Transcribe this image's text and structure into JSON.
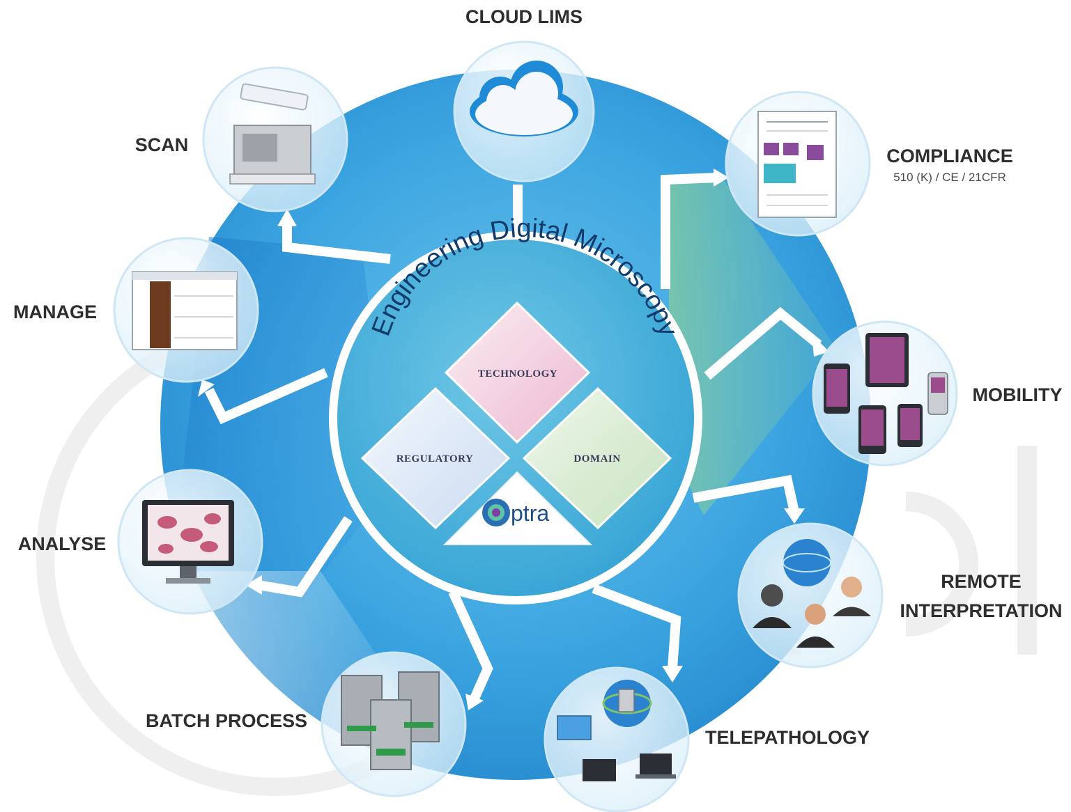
{
  "center": {
    "title": "Engineering Digital Microscopy",
    "pillars": {
      "technology": "TECHNOLOGY",
      "regulatory": "REGULATORY",
      "domain": "DOMAIN"
    },
    "logo": "ptra"
  },
  "nodes": {
    "cloud_lims": "CLOUD LIMS",
    "compliance": "COMPLIANCE",
    "compliance_sub": "510 (K) / CE / 21CFR",
    "mobility": "MOBILITY",
    "remote_line1": "REMOTE",
    "remote_line2": "INTERPRETATION",
    "telepathology": "TELEPATHOLOGY",
    "batch_process": "BATCH PROCESS",
    "analyse": "ANALYSE",
    "manage": "MANAGE",
    "scan": "SCAN"
  },
  "icons": {
    "cloud_lims": "cloud-icon",
    "compliance": "compliance-report-icon",
    "mobility": "mobile-devices-icon",
    "remote": "remote-users-globe-icon",
    "telepathology": "network-computers-icon",
    "batch_process": "server-stack-icon",
    "analyse": "monitor-analysis-icon",
    "manage": "management-software-icon",
    "scan": "slide-scanner-icon"
  },
  "colors": {
    "ring": "#3aa3df",
    "core": "#4fb3dc",
    "arrow": "#ffffff",
    "technology": "#f1c6da",
    "regulatory": "#dde8f6",
    "domain": "#d7ead2"
  }
}
